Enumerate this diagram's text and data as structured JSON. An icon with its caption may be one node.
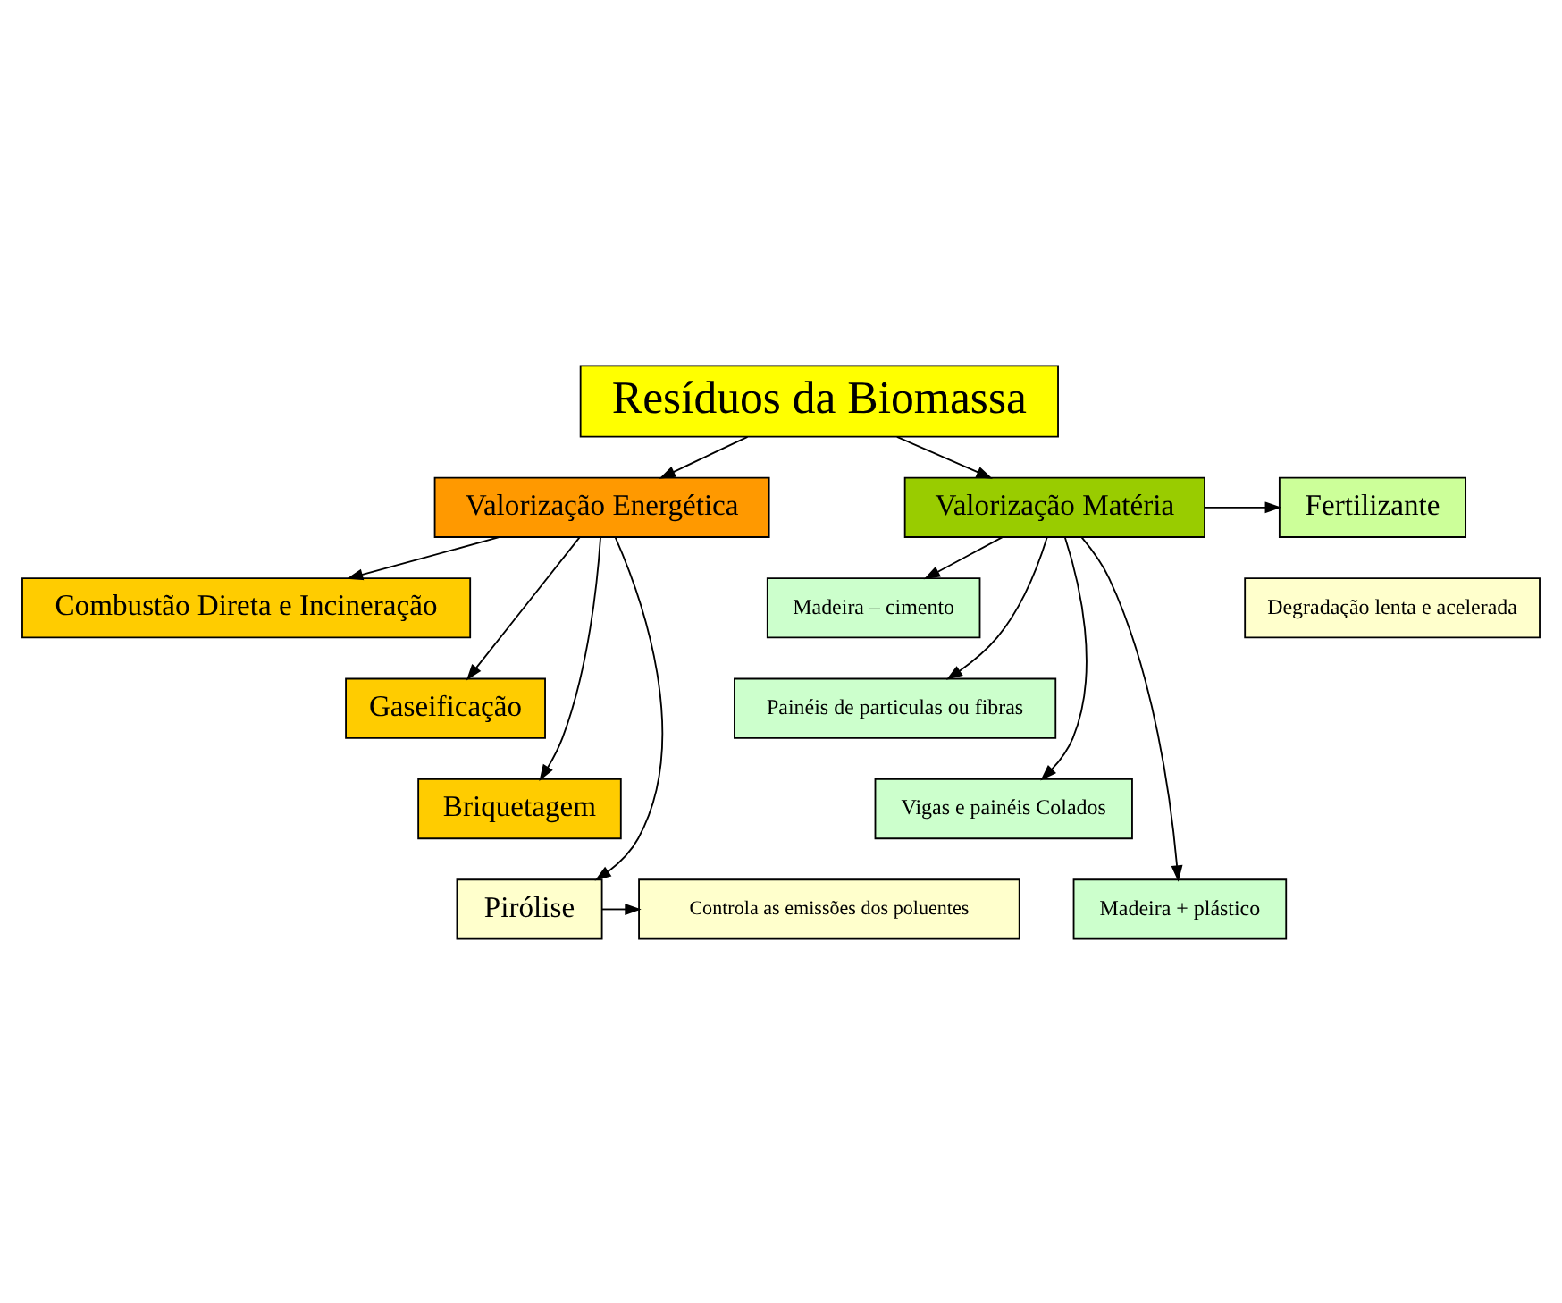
{
  "diagram": {
    "nodes": [
      {
        "text": [
          "Resíduos da Biomassa"
        ]
      },
      {
        "text": [
          "Valorização Energética"
        ]
      },
      {
        "text": [
          "Valorização Matéria"
        ]
      },
      {
        "text": [
          "Fertilizante"
        ]
      },
      {
        "text": [
          "Degradação lenta e acelerada"
        ]
      },
      {
        "text": [
          "Combustão Direta e Incineração"
        ]
      },
      {
        "text": [
          "Gaseificação"
        ]
      },
      {
        "text": [
          "Briquetagem"
        ]
      },
      {
        "text": [
          "Pirólise"
        ]
      },
      {
        "text": [
          "Controla as emissões dos poluentes"
        ]
      },
      {
        "text": [
          "Madeira – cimento"
        ]
      },
      {
        "text": [
          "Painéis de particulas ou fibras"
        ]
      },
      {
        "text": [
          "Vigas e painéis Colados"
        ]
      },
      {
        "text": [
          "Madeira + plástico"
        ]
      }
    ],
    "edges": [
      {
        "from": 0,
        "to": 1,
        "arrow": "to"
      },
      {
        "from": 0,
        "to": 2,
        "arrow": "to"
      },
      {
        "from": 2,
        "to": 3,
        "arrow": "to"
      },
      {
        "from": 1,
        "to": 5,
        "arrow": "to"
      },
      {
        "from": 1,
        "to": 6,
        "arrow": "to"
      },
      {
        "from": 1,
        "to": 7,
        "arrow": "to"
      },
      {
        "from": 1,
        "to": 8,
        "arrow": "to"
      },
      {
        "from": 8,
        "to": 9,
        "arrow": "to"
      },
      {
        "from": 2,
        "to": 10,
        "arrow": "to"
      },
      {
        "from": 2,
        "to": 11,
        "arrow": "to"
      },
      {
        "from": 2,
        "to": 12,
        "arrow": "to"
      },
      {
        "from": 2,
        "to": 13,
        "arrow": "to"
      }
    ]
  }
}
